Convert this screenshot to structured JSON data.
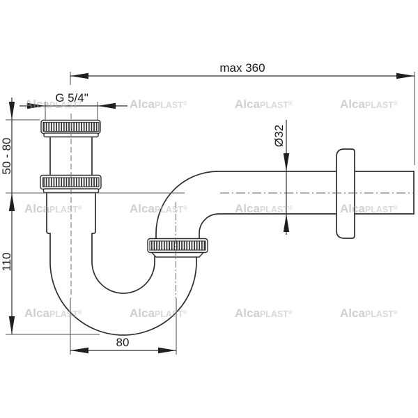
{
  "drawing": {
    "kind": "technical-drawing",
    "subject": "bottle P-trap siphon with wall outlet, side view",
    "dimensions": {
      "max_width": "max 360",
      "thread_size": "G 5/4\"",
      "inlet_adjust_height": "50 - 80",
      "trap_depth": "110",
      "trap_width": "80",
      "pipe_diameter": "Ø32"
    }
  },
  "watermark": {
    "part1": "Alca",
    "part2": "PLAST",
    "part3": "®"
  },
  "colors": {
    "outline": "#2e2e2e",
    "dimension_text": "#1a1a1a",
    "centerline": "#7a7a7a",
    "watermark": "#a9a9a9",
    "background": "#ffffff"
  }
}
